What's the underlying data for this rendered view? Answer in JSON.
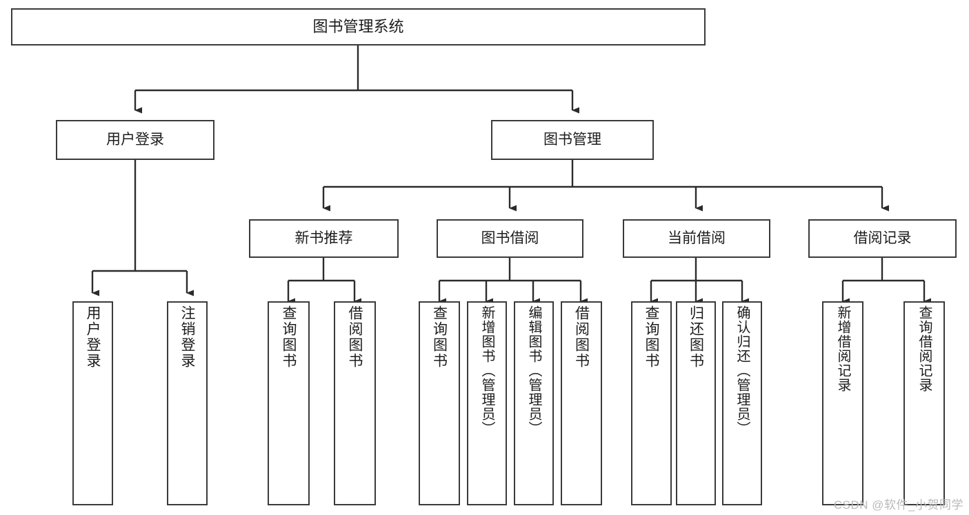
{
  "diagram": {
    "type": "tree-hierarchy",
    "title": "图书管理系统",
    "orientation": "top-down",
    "colors": {
      "background": "#ffffff",
      "node_border": "#3a3a3a",
      "node_fill": "#ffffff",
      "connector": "#2b2b2b",
      "text": "#1c1c1c",
      "watermark": "#b9b9b9"
    }
  },
  "root": {
    "label": "图书管理系统"
  },
  "level2": [
    {
      "label": "用户登录"
    },
    {
      "label": "图书管理"
    }
  ],
  "level3": [
    {
      "label": "新书推荐"
    },
    {
      "label": "图书借阅"
    },
    {
      "label": "当前借阅"
    },
    {
      "label": "借阅记录"
    }
  ],
  "leaves": {
    "user_login": [
      {
        "label": "用户登录"
      },
      {
        "label": "注销登录"
      }
    ],
    "new_book_recommend": [
      {
        "label": "查询图书"
      },
      {
        "label": "借阅图书"
      }
    ],
    "book_borrow": [
      {
        "label": "查询图书"
      },
      {
        "label": "新增图书（管理员）"
      },
      {
        "label": "编辑图书（管理员）"
      },
      {
        "label": "借阅图书"
      }
    ],
    "current_borrow": [
      {
        "label": "查询图书"
      },
      {
        "label": "归还图书"
      },
      {
        "label": "确认归还（管理员）"
      }
    ],
    "borrow_record": [
      {
        "label": "新增借阅记录"
      },
      {
        "label": "查询借阅记录"
      }
    ]
  },
  "watermark": {
    "text": "CSDN @软件_小贺同学"
  }
}
